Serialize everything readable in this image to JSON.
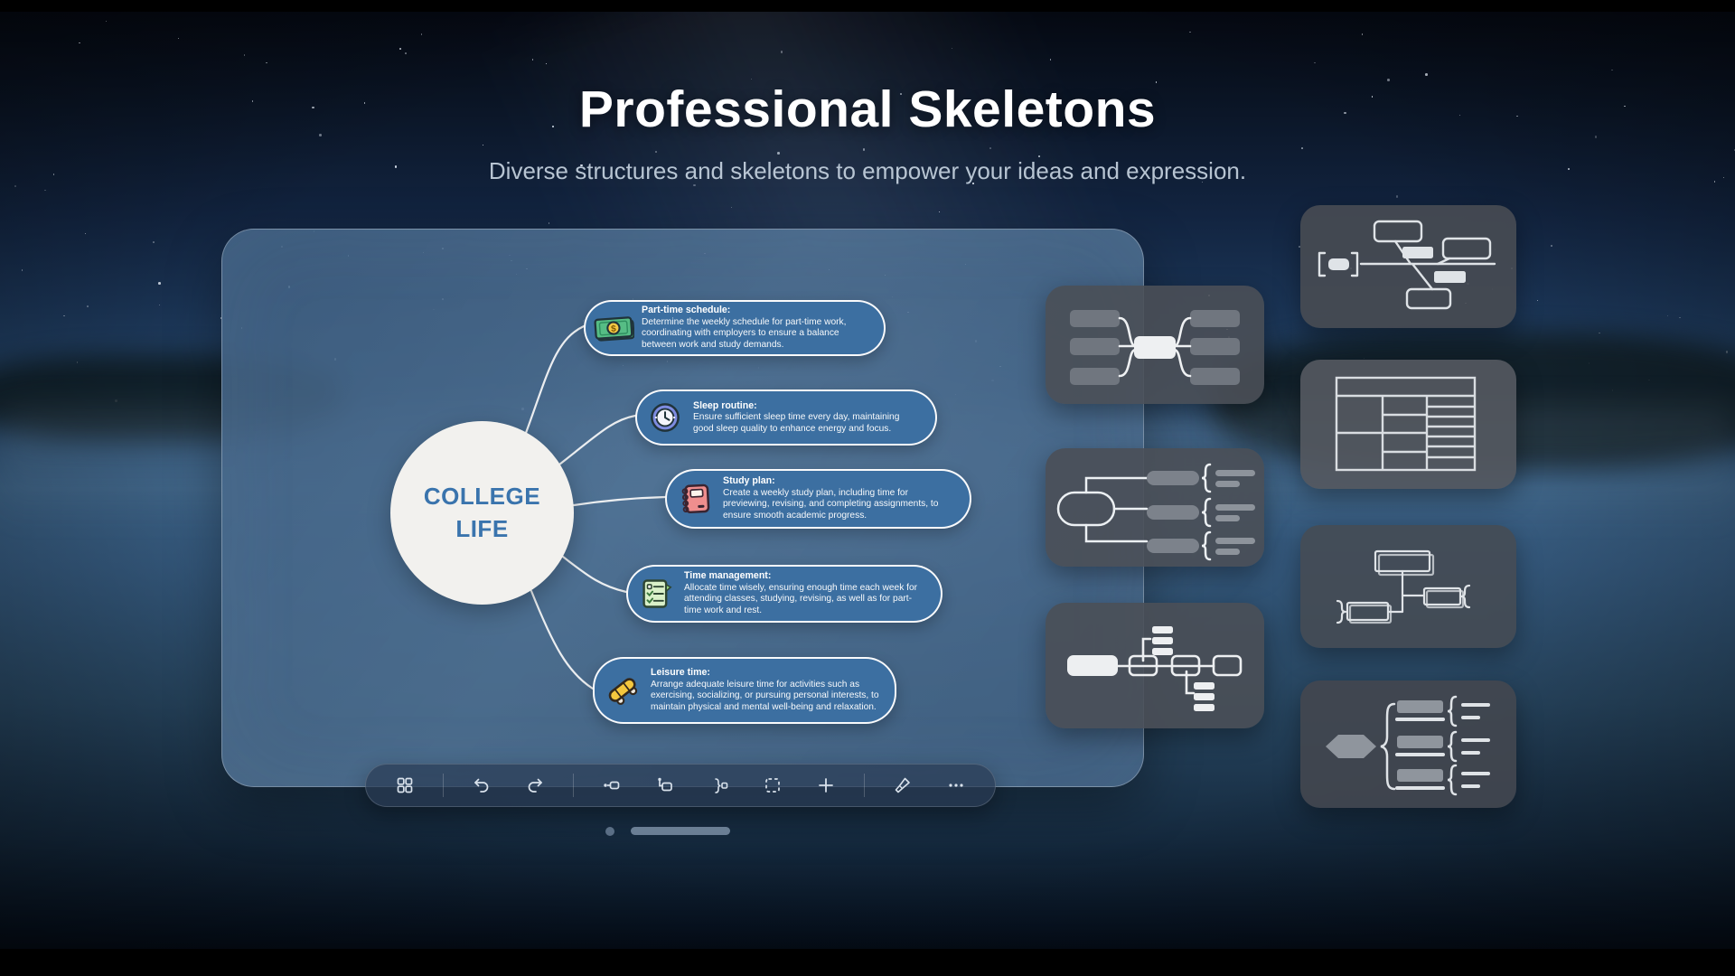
{
  "page": {
    "title": "Professional Skeletons",
    "subtitle": "Diverse structures and skeletons to empower your ideas and expression."
  },
  "board": {
    "mindmap": {
      "center": {
        "line1": "COLLEGE",
        "line2": "LIFE"
      },
      "branches": [
        {
          "icon": "money-icon",
          "title": "Part-time schedule:",
          "body": "Determine the weekly schedule for part-time work, coordinating with employers to ensure a balance between work and study demands."
        },
        {
          "icon": "clock-icon",
          "title": "Sleep routine:",
          "body": "Ensure sufficient sleep time every day, maintaining good sleep quality to enhance energy and focus."
        },
        {
          "icon": "notebook-icon",
          "title": "Study plan:",
          "body": "Create a weekly study plan, including time for previewing, revising, and completing assignments, to ensure smooth academic progress."
        },
        {
          "icon": "checklist-icon",
          "title": "Time management:",
          "body": "Allocate time wisely, ensuring enough time each week for attending classes, studying, revising, as well as for part-time work and rest."
        },
        {
          "icon": "skateboard-icon",
          "title": "Leisure time:",
          "body": "Arrange adequate leisure time for activities such as exercising, socializing, or pursuing personal interests, to maintain physical and mental well-being and relaxation."
        }
      ]
    }
  },
  "toolbar": {
    "items": [
      "layout-grid-icon",
      "undo-icon",
      "redo-icon",
      "insert-peer-node-icon",
      "insert-child-node-icon",
      "summary-icon",
      "select-area-icon",
      "add-node-icon",
      "format-painter-icon",
      "more-icon"
    ]
  },
  "pagination": {
    "total_indicators": 2,
    "active_index": 1
  },
  "skeleton_gallery": [
    "mind-map-skeleton",
    "logic-chart-skeleton",
    "timeline-flowchart-skeleton",
    "fishbone-skeleton",
    "table-skeleton",
    "org-chart-skeleton",
    "brace-map-skeleton"
  ],
  "colors": {
    "branch_fill": "#3c6fa1",
    "branch_border": "#ffffff",
    "center_fill": "#f2f1ee",
    "center_text": "#3a74ad",
    "board_tint": "#3a5c7e",
    "thumbnail_bg": "#4b5058",
    "toolbar_bg": "#2e4157",
    "title_color": "#ffffff",
    "subtitle_color": "#c3cfdb"
  }
}
